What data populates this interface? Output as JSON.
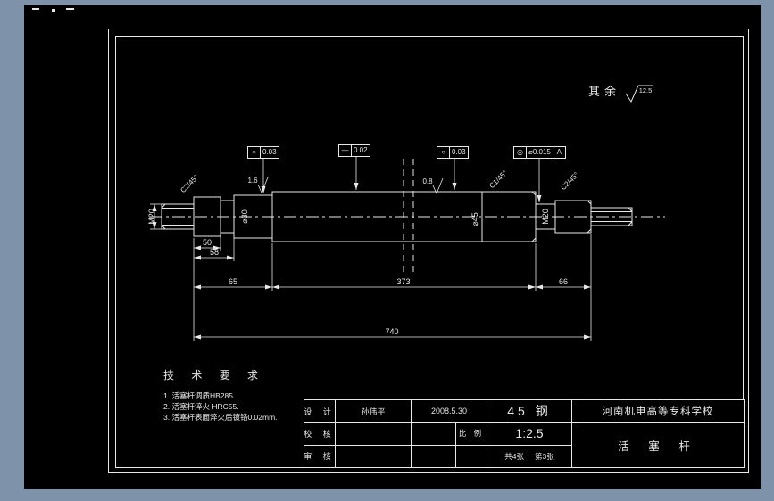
{
  "colors": {
    "desktop": "#7e93a9",
    "canvas": "#000000",
    "line": "#e8e8e8"
  },
  "surface_note": {
    "label": "其余",
    "value": "12.5"
  },
  "tolerance_frames": [
    {
      "symbol": "○",
      "value": "0.03"
    },
    {
      "symbol": "—",
      "value": "0.02"
    },
    {
      "symbol": "○",
      "value": "0.03"
    },
    {
      "symbol": "◎",
      "value": "⌀0.015",
      "datum": "A"
    }
  ],
  "roughness_marks": [
    {
      "value": "1.6"
    },
    {
      "value": "0.8"
    }
  ],
  "chamfer_labels": {
    "left": "C2/45°",
    "mid": "C1/45°",
    "right": "C2/45°"
  },
  "diameter_labels": {
    "left_stub": "M20",
    "section": "⌀30",
    "rod": "⌀45",
    "right_neck": "M20"
  },
  "dimensions": {
    "left_a": "50",
    "left_b": "58",
    "seg_left": "65",
    "seg_mid": "373",
    "seg_right": "66",
    "overall": "740"
  },
  "tech_requirements": {
    "title": "技 术 要 求",
    "items": [
      "1. 活塞杆调质HB285.",
      "2. 活塞杆淬火 HRC55.",
      "3. 活塞杆表面淬火后镀铬0.02mm."
    ]
  },
  "title_block": {
    "design_label": "设 计",
    "designer": "孙伟平",
    "date": "2008.5.30",
    "material": "45 钢",
    "school": "河南机电高等专科学校",
    "check_label": "校 核",
    "scale_label": "比 例",
    "scale": "1:2.5",
    "part_name": "活 塞 杆",
    "audit_label": "审 核",
    "sheet_count": "共4张",
    "sheet_no": "第3张"
  }
}
